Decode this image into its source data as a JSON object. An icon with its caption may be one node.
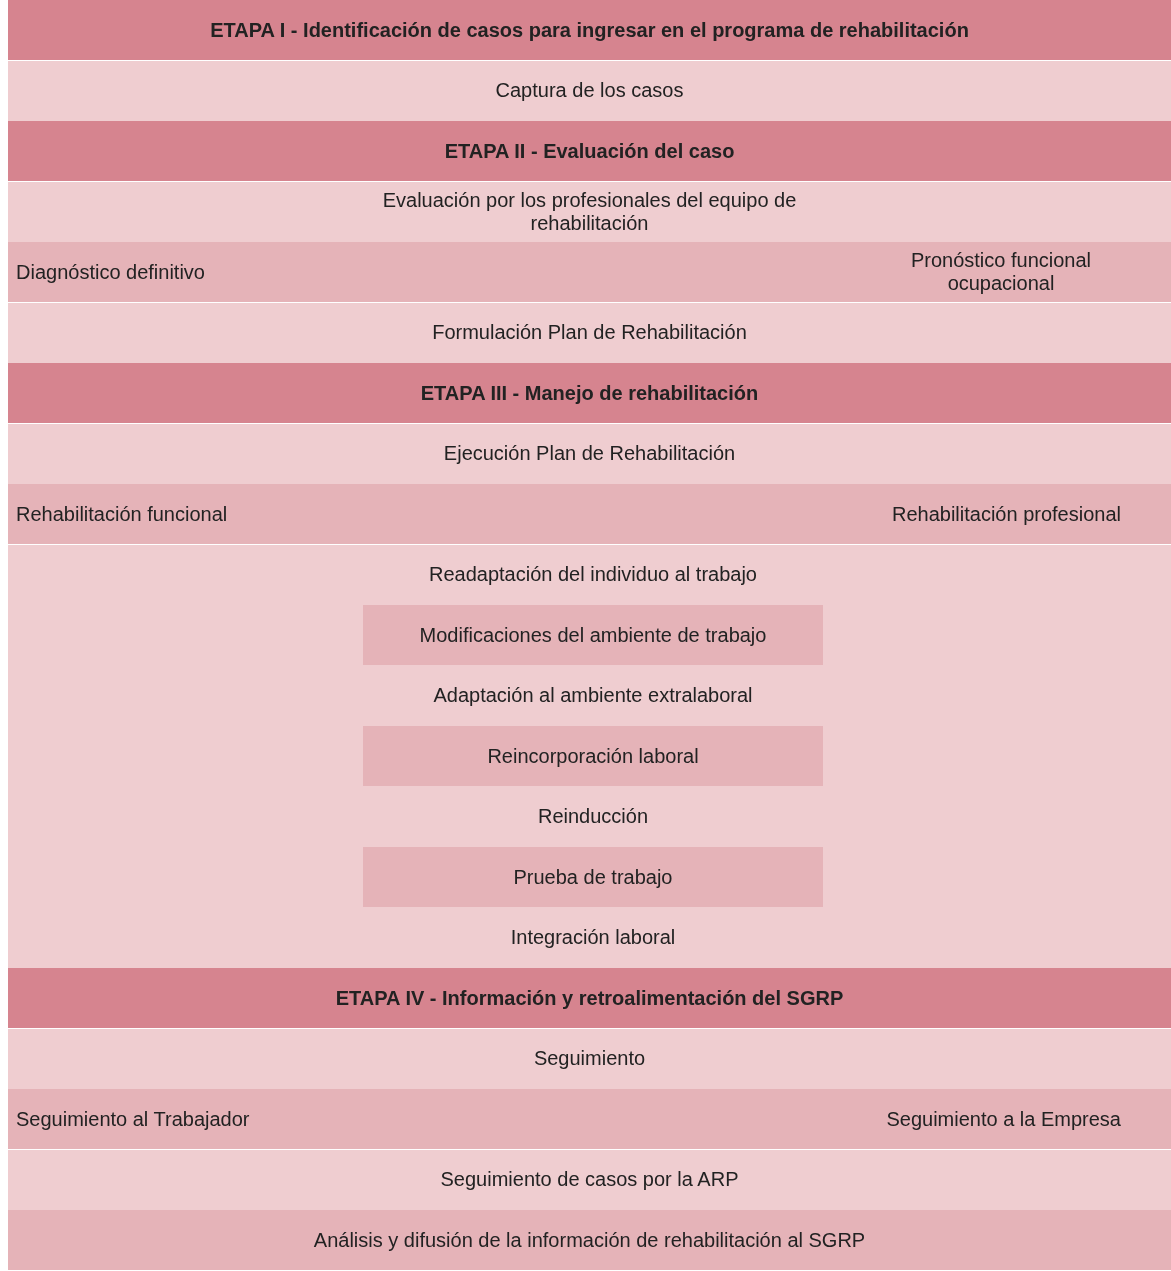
{
  "diagram": {
    "nodes": [
      {
        "text": [
          "ETAPA I - Identificación de casos para ingresar en el programa de rehabilitación"
        ]
      },
      {
        "text": [
          "Captura de los casos"
        ]
      },
      {
        "text": [
          "ETAPA II - Evaluación del caso"
        ]
      },
      {
        "text": [
          "Evaluación por los profesionales del equipo de rehabilitación"
        ]
      },
      {
        "text": [
          "Diagnóstico definitivo",
          "Pronóstico funcional ocupacional"
        ]
      },
      {
        "text": [
          "Formulación Plan de Rehabilitación"
        ]
      },
      {
        "text": [
          "ETAPA III - Manejo de rehabilitación"
        ]
      },
      {
        "text": [
          "Ejecución Plan de Rehabilitación"
        ]
      },
      {
        "text": [
          "Rehabilitación funcional",
          "Rehabilitación profesional"
        ]
      },
      {
        "text": [
          "Readaptación del individuo al trabajo"
        ]
      },
      {
        "text": [
          "Modificaciones del ambiente de trabajo"
        ]
      },
      {
        "text": [
          "Adaptación al ambiente extralaboral"
        ]
      },
      {
        "text": [
          "Reincorporación laboral"
        ]
      },
      {
        "text": [
          "Reinducción"
        ]
      },
      {
        "text": [
          "Prueba de trabajo"
        ]
      },
      {
        "text": [
          "Integración laboral"
        ]
      },
      {
        "text": [
          "ETAPA IV - Información y retroalimentación del SGRP"
        ]
      },
      {
        "text": [
          "Seguimiento"
        ]
      },
      {
        "text": [
          "Seguimiento al Trabajador",
          "Seguimiento a la Empresa"
        ]
      },
      {
        "text": [
          "Seguimiento de casos por la ARP"
        ]
      },
      {
        "text": [
          "Análisis y difusión de la información de rehabilitación al SGRP"
        ]
      }
    ]
  }
}
